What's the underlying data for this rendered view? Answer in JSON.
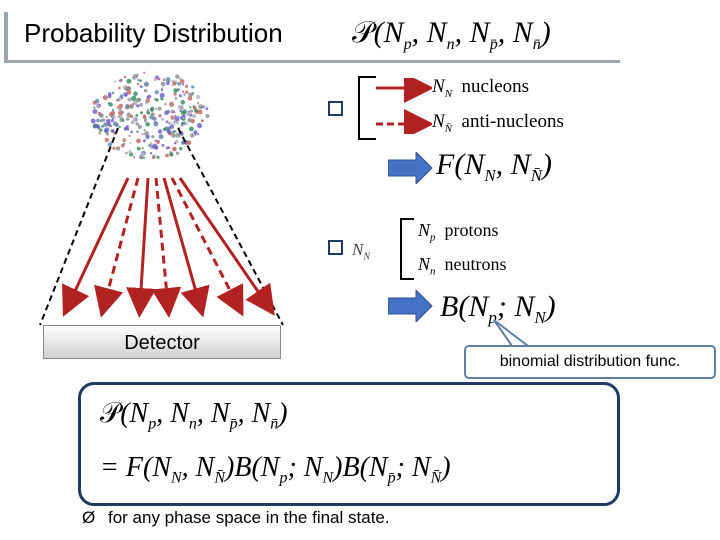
{
  "title": {
    "text": "Probability Distribution",
    "formula": "𝒫(N_p, N_n, N_p̄, N_n̄)"
  },
  "nucleons_group": {
    "nucleons_symbol": "N_N",
    "nucleons_label": "nucleons",
    "antinucleons_symbol": "N_N̄",
    "antinucleons_label": "anti-nucleons",
    "result_formula": "F(N_N, N_N̄)"
  },
  "isospin_group": {
    "lead_symbol": "N_N",
    "protons_symbol": "N_p",
    "protons_label": "protons",
    "neutrons_symbol": "N_n",
    "neutrons_label": "neutrons",
    "result_formula": "B(N_p; N_N)"
  },
  "detector": {
    "label": "Detector"
  },
  "callout": {
    "text": "binomial distribution func."
  },
  "formula_box": {
    "line1": "𝒫(N_p, N_n, N_p̄, N_n̄)",
    "line2": "= F(N_N, N_N̄)B(N_p; N_N)B(N_p̄; N_N̄)"
  },
  "footnote": {
    "bullet": "Ø",
    "text": "for any phase space in the final state."
  },
  "colors": {
    "accent_dark": "#1f3b63",
    "arrow_blue": "#4472c4",
    "arrow_red": "#b22222",
    "rule_gray": "#9aa7b3"
  }
}
